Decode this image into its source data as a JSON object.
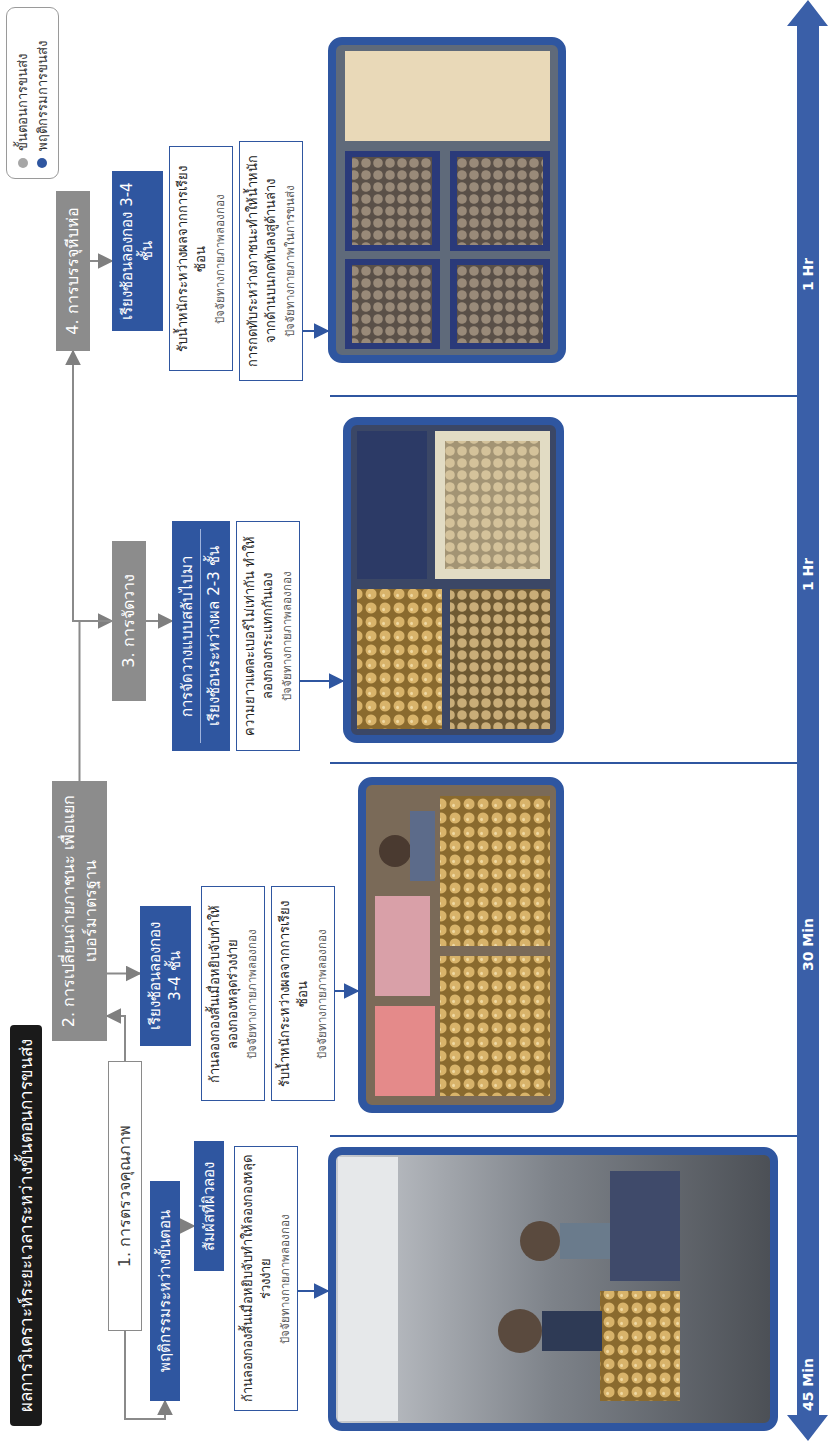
{
  "diagram": {
    "title": "ผลการวิเคราะห์ระยะเวลาระหว่างขั้นตอนการขนส่ง",
    "nodes": [
      {
        "text": [
          "1. การตรวจคุณภาพ"
        ]
      },
      {
        "text": [
          "2. การเปลี่ยนถ่ายภาชนะ เพื่อแยกเบอร์มาตรฐาน"
        ]
      },
      {
        "text": [
          "3. การจัดวาง"
        ]
      },
      {
        "text": [
          "4. การบรรจุหีบห่อ"
        ]
      },
      {
        "text": [
          "พฤติกรรมระหว่างขั้นตอน"
        ]
      },
      {
        "text": [
          "สัมผัสที่ผิวลอง"
        ]
      },
      {
        "text": [
          "ก้านลองกองสั้นเมื่อหยิบจับทำให้ลองกองหลุดร่วงง่าย",
          "ปัจจัยทางกายภาพลองกอง"
        ]
      },
      {
        "text": [
          "เรียงซ้อนลองกอง 3-4 ชั้น"
        ]
      },
      {
        "text": [
          "ก้านลองกองสั้นเมื่อหยิบจับทำให้ลองกองหลุดร่วงง่าย",
          "ปัจจัยทางกายภาพลองกอง"
        ]
      },
      {
        "text": [
          "รับน้ำหนักระหว่างผลจากการเรียงซ้อน",
          "ปัจจัยทางกายภาพลองกอง"
        ]
      },
      {
        "text": [
          "การจัดวางแบบสลับไปมา",
          "เรียงซ้อนระหว่างผล 2-3 ชั้น"
        ]
      },
      {
        "text": [
          "ความยาวแตละเบอร์ไม่เท่ากัน ทำให้ลองกองกระแทกกันเอง",
          "ปัจจัยทางกายภาพลองกอง"
        ]
      },
      {
        "text": [
          "เรียงซ้อนลองกอง 3-4 ชั้น"
        ]
      },
      {
        "text": [
          "รับน้ำหนักระหว่างผลจากการเรียงซ้อน",
          "ปัจจัยทางกายภาพลองกอง"
        ]
      },
      {
        "text": [
          "การกดทับระหว่างภาชนะทำให้น้ำหนักจากด้านบนกดทับลงสู่ด้านล่าง",
          "ปัจจัยทางกายภาพในการขนส่ง"
        ]
      }
    ],
    "edges": [
      {
        "from": 0,
        "to": 1,
        "arrow": "to"
      },
      {
        "from": 1,
        "to": 2,
        "arrow": "to"
      },
      {
        "from": 2,
        "to": 3,
        "arrow": "to"
      },
      {
        "from": 0,
        "to": 4,
        "arrow": "to"
      },
      {
        "from": 4,
        "to": 5,
        "arrow": "to"
      },
      {
        "from": 1,
        "to": 7,
        "arrow": "to"
      },
      {
        "from": 2,
        "to": 10,
        "arrow": "to"
      },
      {
        "from": 3,
        "to": 12,
        "arrow": "to"
      }
    ],
    "labels": [
      "45 Min",
      "30 Min",
      "1 Hr",
      "1 Hr"
    ],
    "legend": [
      {
        "text": "ขั้นตอนการขนส่ง",
        "color": "#a6a6a6"
      },
      {
        "text": "พฤติกรรมการขนส่ง",
        "color": "#2f56a0"
      }
    ]
  }
}
